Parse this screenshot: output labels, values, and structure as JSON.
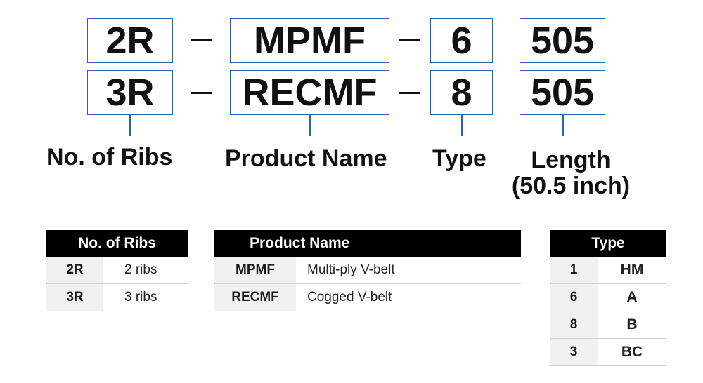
{
  "code_rows": [
    {
      "ribs": "2R",
      "product": "MPMF",
      "type": "6",
      "length": "505"
    },
    {
      "ribs": "3R",
      "product": "RECMF",
      "type": "8",
      "length": "505"
    }
  ],
  "captions": {
    "ribs": "No. of Ribs",
    "product": "Product Name",
    "type": "Type",
    "length_line1": "Length",
    "length_line2": "(50.5 inch)"
  },
  "tables": {
    "ribs": {
      "header": "No. of Ribs",
      "rows": [
        {
          "code": "2R",
          "desc": "2 ribs"
        },
        {
          "code": "3R",
          "desc": "3 ribs"
        }
      ]
    },
    "product": {
      "header": "Product Name",
      "rows": [
        {
          "code": "MPMF",
          "desc": "Multi-ply V-belt"
        },
        {
          "code": "RECMF",
          "desc": "Cogged V-belt"
        }
      ]
    },
    "type": {
      "header": "Type",
      "rows": [
        {
          "code": "1",
          "desc": "HM"
        },
        {
          "code": "6",
          "desc": "A"
        },
        {
          "code": "8",
          "desc": "B"
        },
        {
          "code": "3",
          "desc": "BC"
        }
      ]
    }
  },
  "colors": {
    "box_border": "#2a64b0",
    "header_bg": "#000000",
    "code_cell_bg": "#f1f1f1"
  }
}
